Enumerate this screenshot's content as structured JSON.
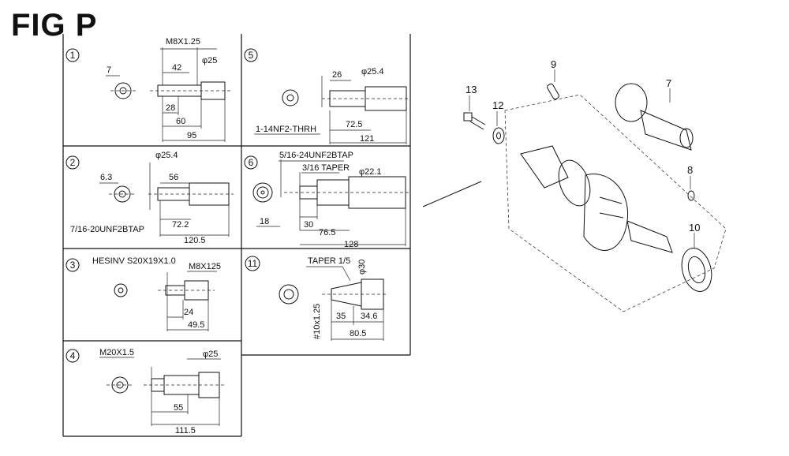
{
  "title": "FIG P",
  "panels": [
    {
      "no": "1",
      "labels": [
        "M8X1.25",
        "7",
        "42",
        "φ25",
        "28",
        "60",
        "95"
      ]
    },
    {
      "no": "2",
      "labels": [
        "φ25.4",
        "6.3",
        "56",
        "72.2",
        "7/16-20UNF2BTAP",
        "120.5"
      ]
    },
    {
      "no": "3",
      "labels": [
        "HESINV S20X19X1.0",
        "M8X125",
        "24",
        "49.5"
      ]
    },
    {
      "no": "4",
      "labels": [
        "M20X1.5",
        "φ25",
        "55",
        "111.5"
      ]
    },
    {
      "no": "5",
      "labels": [
        "26",
        "φ25.4",
        "72.5",
        "1-14NF2-THRH",
        "121"
      ]
    },
    {
      "no": "6",
      "labels": [
        "5/16-24UNF2BTAP",
        "3/16 TAPER",
        "φ22.1",
        "30",
        "18",
        "76.5",
        "128"
      ]
    },
    {
      "no": "11",
      "labels": [
        "TAPER 1/5",
        "φ30",
        "#10x1.25",
        "35",
        "34.6",
        "80.5"
      ]
    }
  ],
  "parts": [
    "13",
    "12",
    "9",
    "7",
    "8",
    "10"
  ]
}
